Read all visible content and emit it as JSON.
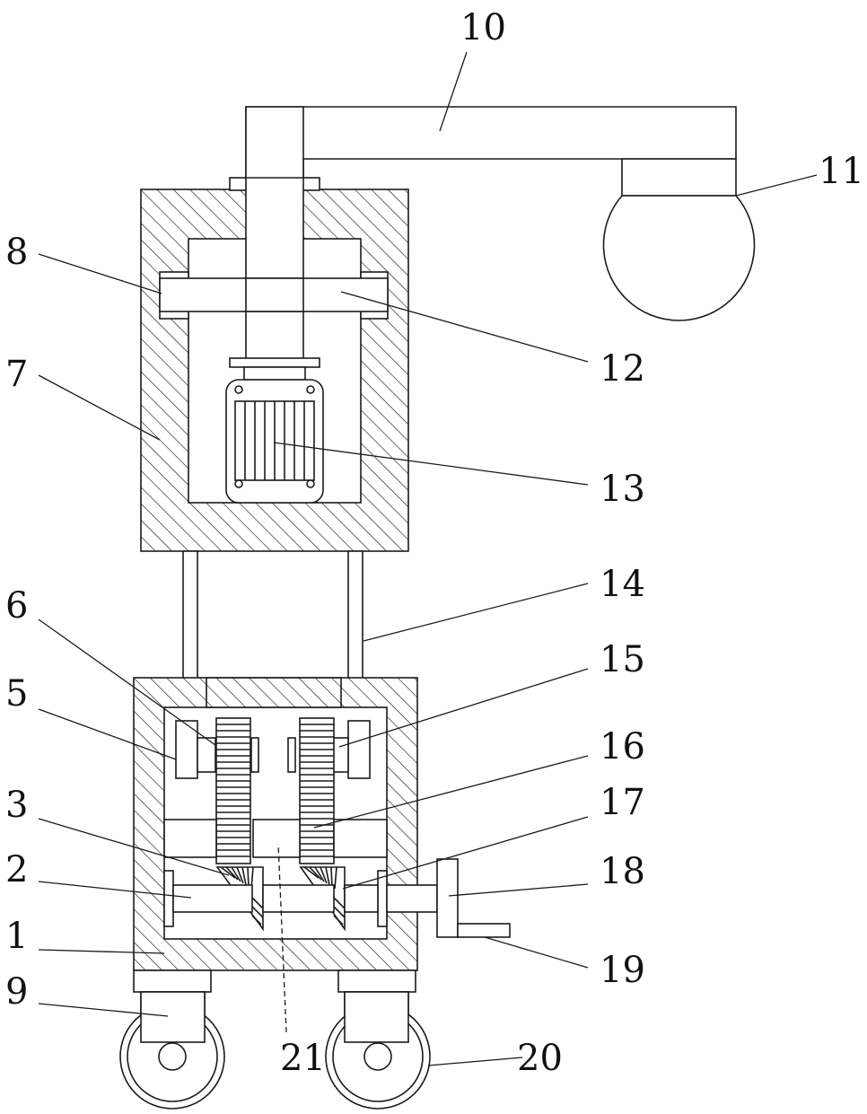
{
  "figure": {
    "labels": [
      "1",
      "2",
      "3",
      "5",
      "6",
      "7",
      "8",
      "9",
      "10",
      "11",
      "12",
      "13",
      "14",
      "15",
      "16",
      "17",
      "18",
      "19",
      "20",
      "21"
    ],
    "colors": {
      "line": "#1a1a1a",
      "hatch": "#1a1a1a",
      "background": "#ffffff"
    }
  }
}
